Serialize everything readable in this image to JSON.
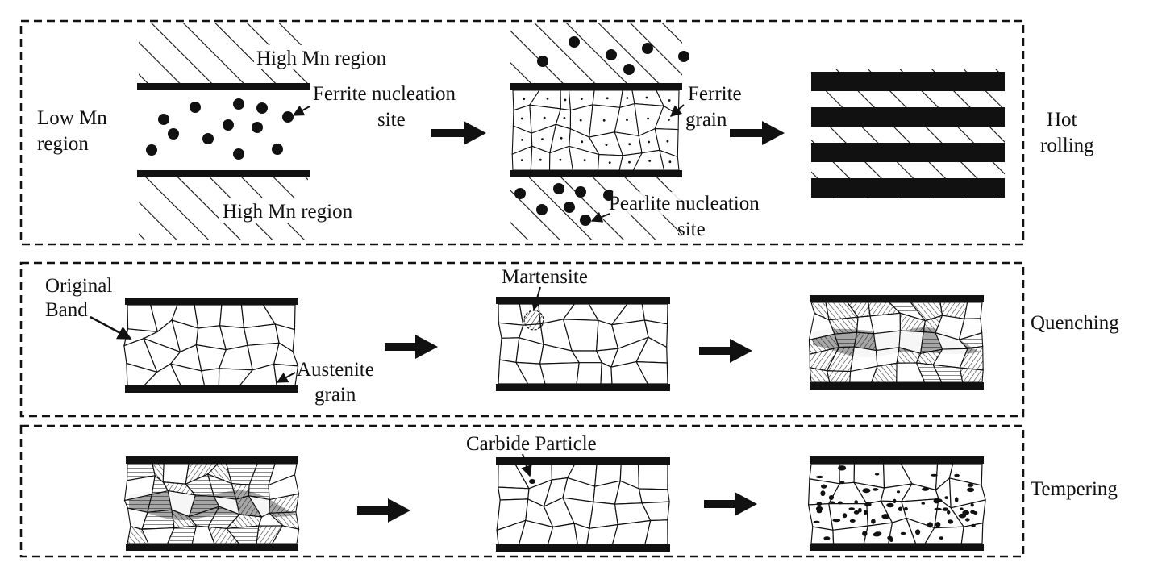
{
  "panels": {
    "hot_rolling": {
      "title": "Hot rolling",
      "title_lines": [
        "Hot",
        "rolling"
      ],
      "labels": {
        "high_mn_top": "High Mn region",
        "high_mn_bottom": "High Mn region",
        "low_mn": [
          "Low Mn",
          "region"
        ],
        "ferrite_nucleation_site": [
          "Ferrite nucleation",
          "site"
        ],
        "ferrite_grain": [
          "Ferrite",
          "grain"
        ],
        "pearlite_nucleation_site": [
          "Pearlite nucleation",
          "site"
        ]
      }
    },
    "quenching": {
      "title": "Quenching",
      "labels": {
        "original_band": [
          "Original",
          "Band"
        ],
        "austenite_grain": [
          "Austenite",
          "grain"
        ],
        "martensite": "Martensite"
      }
    },
    "tempering": {
      "title": "Tempering",
      "labels": {
        "carbide_particle": "Carbide Particle"
      }
    }
  },
  "colors": {
    "ink": "#111111",
    "band": "#a6a6a6",
    "paper": "#ffffff"
  },
  "icons": [
    "right-arrow-icon",
    "leader-arrow-icon"
  ]
}
